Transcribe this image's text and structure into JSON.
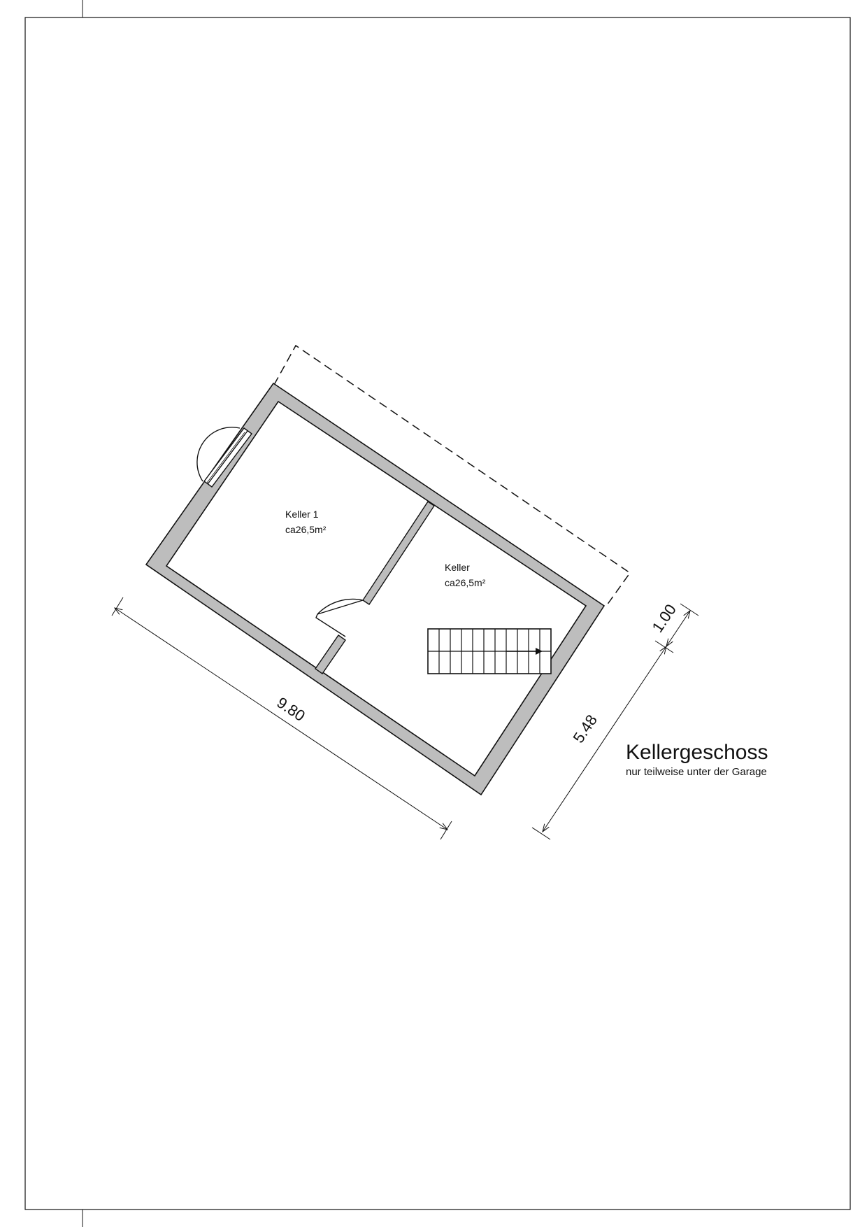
{
  "sheet": {
    "title": "Kellergeschoss",
    "subtitle": "nur teilweise unter der Garage"
  },
  "rooms": [
    {
      "name": "Keller 1",
      "area": "ca26,5m²"
    },
    {
      "name": "Keller",
      "area": "ca26,5m²"
    }
  ],
  "dimensions": {
    "length": "9.80",
    "width": "5.48",
    "offset": "1.00"
  },
  "colors": {
    "wall_fill": "#bdbdbd",
    "line": "#111111"
  }
}
